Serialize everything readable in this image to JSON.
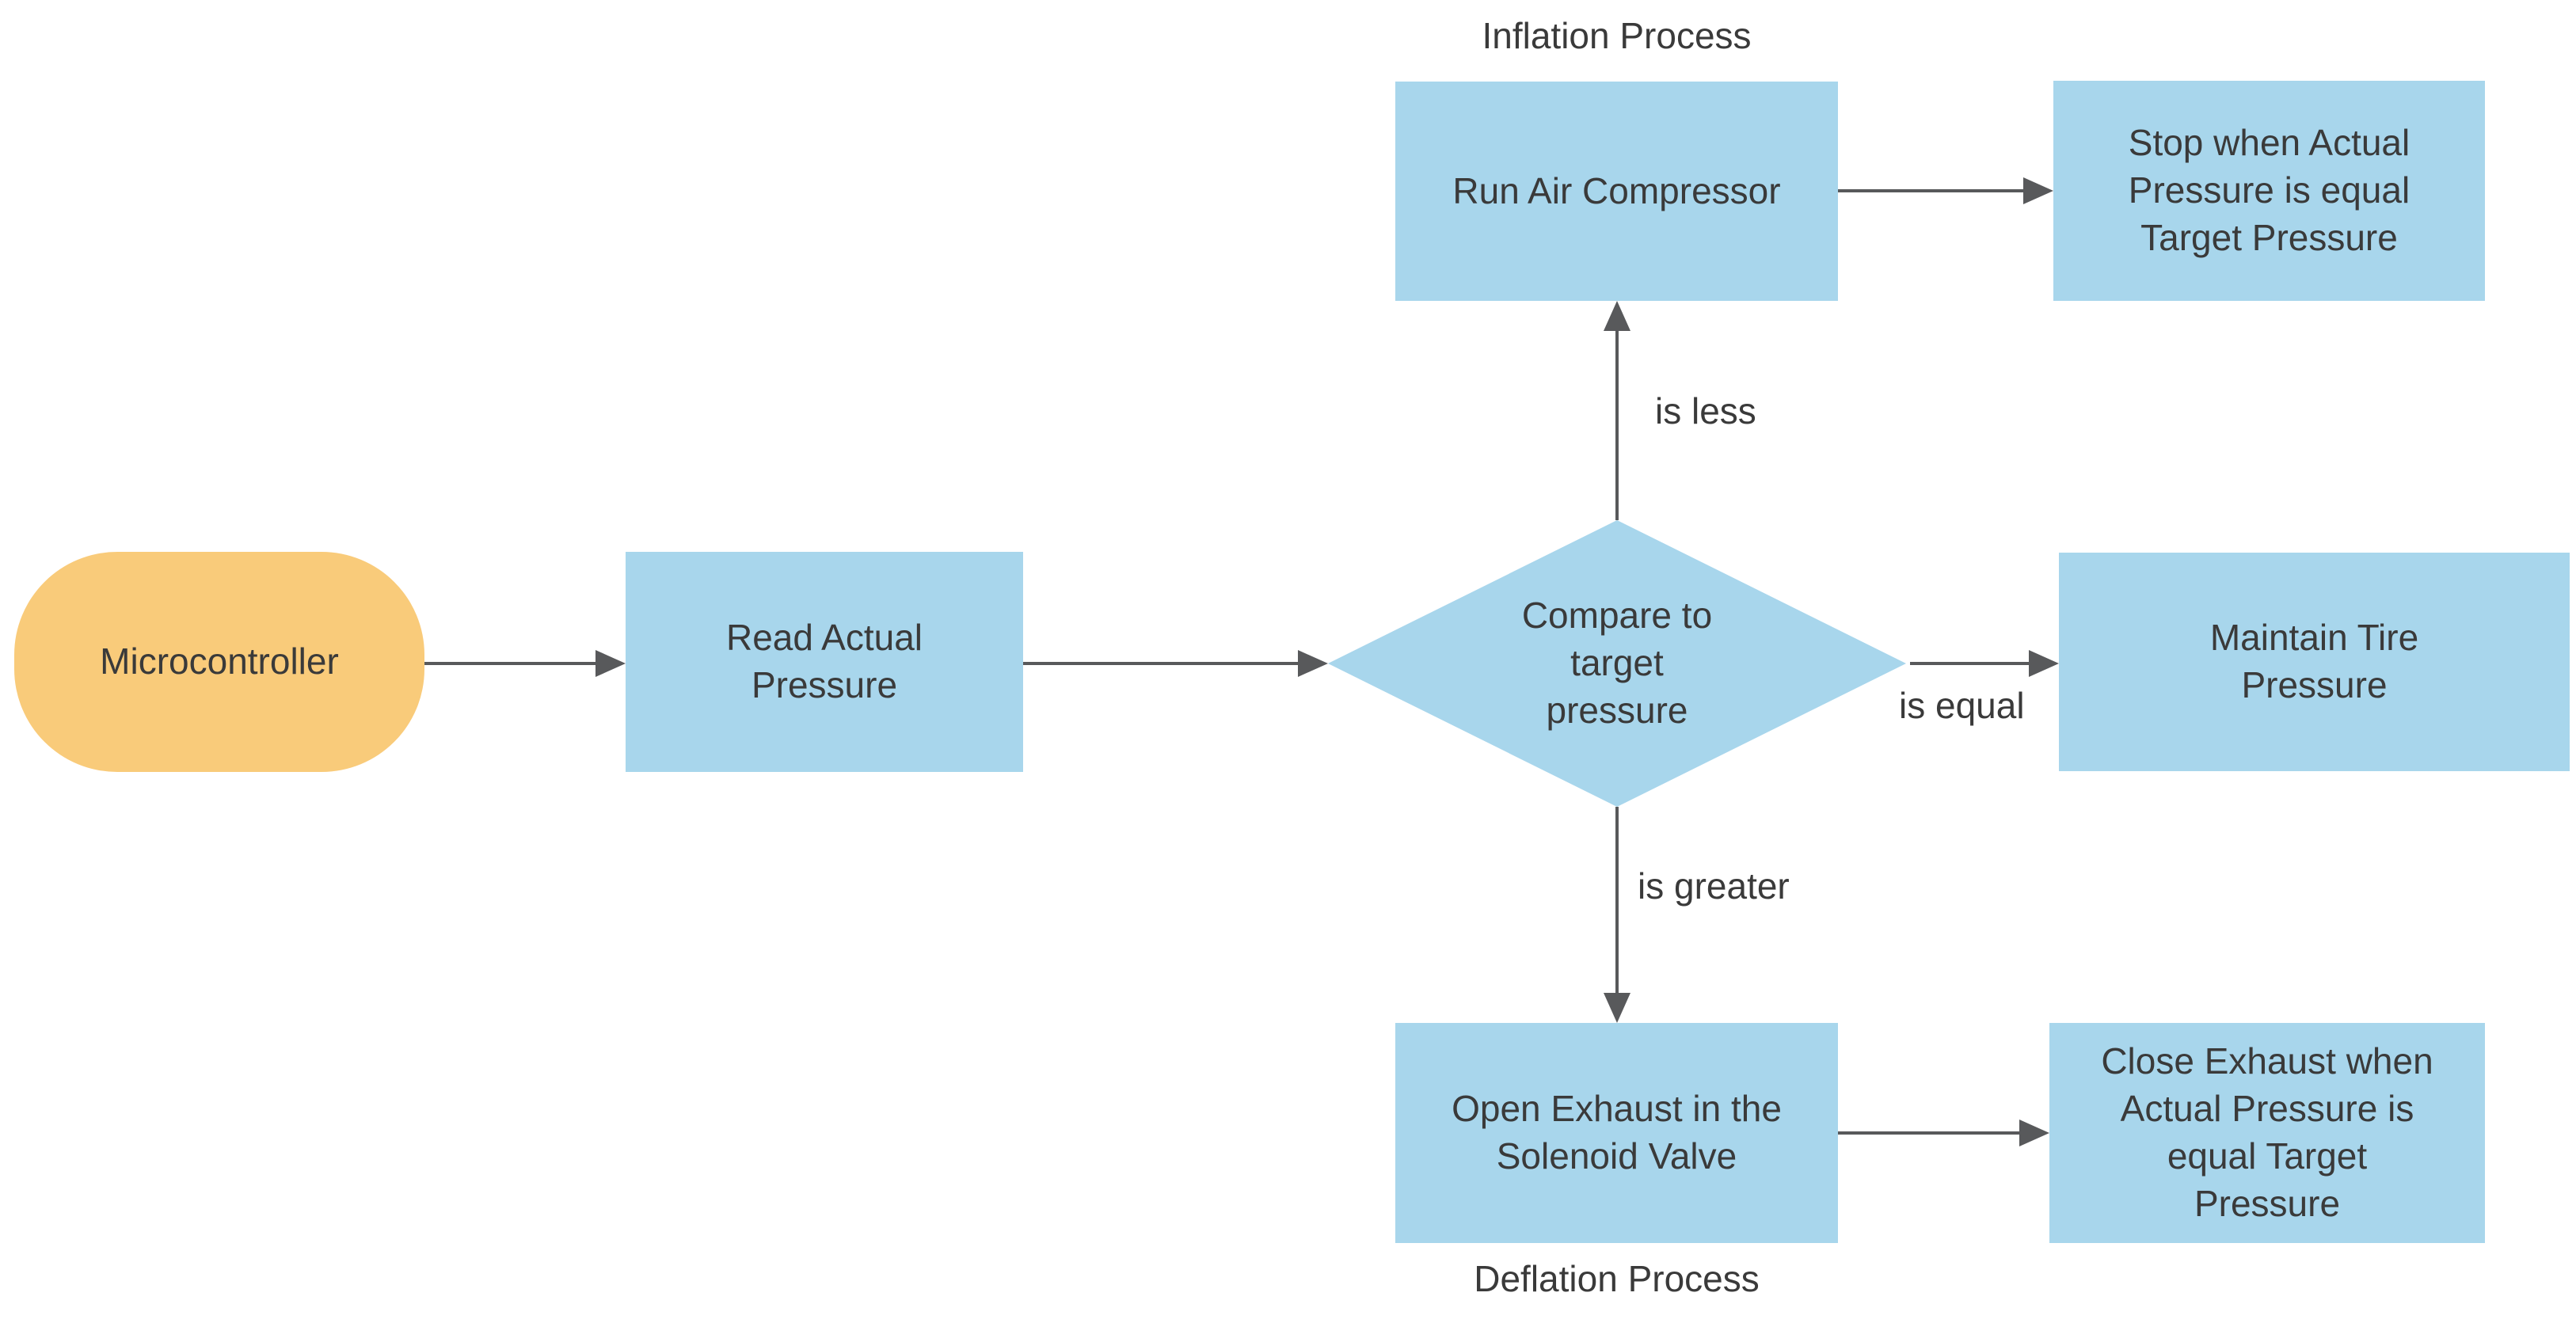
{
  "diagram": {
    "captions": {
      "inflation": "Inflation Process",
      "deflation": "Deflation Process"
    },
    "nodes": {
      "start": {
        "label": "Microcontroller",
        "type": "terminal"
      },
      "read": {
        "label": "Read Actual Pressure",
        "type": "process"
      },
      "decision": {
        "label": "Compare to target pressure",
        "type": "decision"
      },
      "run": {
        "label": "Run Air Compressor",
        "type": "process"
      },
      "stop": {
        "label": "Stop when Actual Pressure is equal Target Pressure",
        "type": "process"
      },
      "maintain": {
        "label": "Maintain Tire Pressure",
        "type": "process"
      },
      "open": {
        "label": "Open Exhaust in the Solenoid Valve",
        "type": "process"
      },
      "close": {
        "label": "Close Exhaust when Actual Pressure is equal Target Pressure",
        "type": "process"
      }
    },
    "edge_labels": {
      "less": "is less",
      "equal": "is equal",
      "greater": "is greater"
    },
    "colors": {
      "terminal_fill": "#f9cb7a",
      "process_fill": "#a8d6ec",
      "arrow": "#58595b",
      "text": "#3a3a3a",
      "bg": "#ffffff"
    }
  }
}
